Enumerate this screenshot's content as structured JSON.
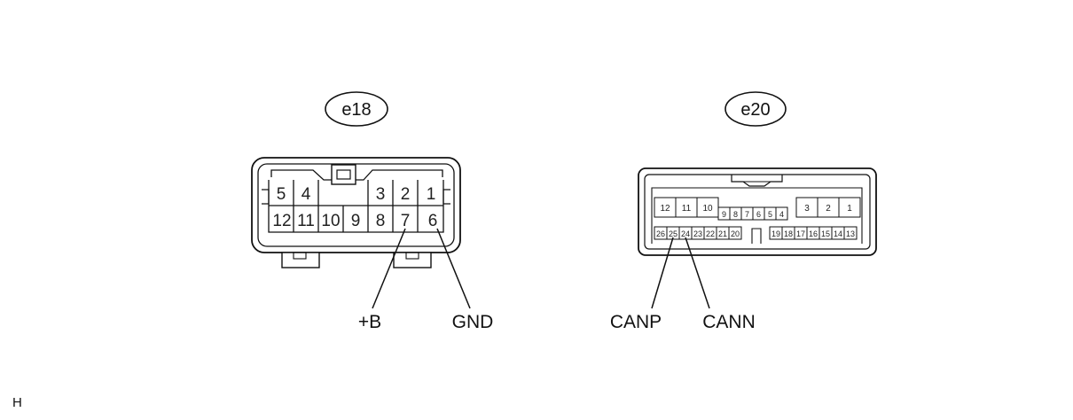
{
  "connectors": [
    {
      "id": "e18",
      "label": "e18",
      "top_row": [
        "5",
        "4",
        "3",
        "2",
        "1"
      ],
      "bottom_row": [
        "12",
        "11",
        "10",
        "9",
        "8",
        "7",
        "6"
      ],
      "signals": [
        {
          "pin": "7",
          "name": "+B"
        },
        {
          "pin": "6",
          "name": "GND"
        }
      ]
    },
    {
      "id": "e20",
      "label": "e20",
      "top_row": [
        "12",
        "11",
        "10",
        "9",
        "8",
        "7",
        "6",
        "5",
        "4",
        "3",
        "2",
        "1"
      ],
      "bottom_row": [
        "26",
        "25",
        "24",
        "23",
        "22",
        "21",
        "20",
        "19",
        "18",
        "17",
        "16",
        "15",
        "14",
        "13"
      ],
      "signals": [
        {
          "pin": "25",
          "name": "CANP"
        },
        {
          "pin": "24",
          "name": "CANN"
        }
      ]
    }
  ],
  "corner_code": "H"
}
